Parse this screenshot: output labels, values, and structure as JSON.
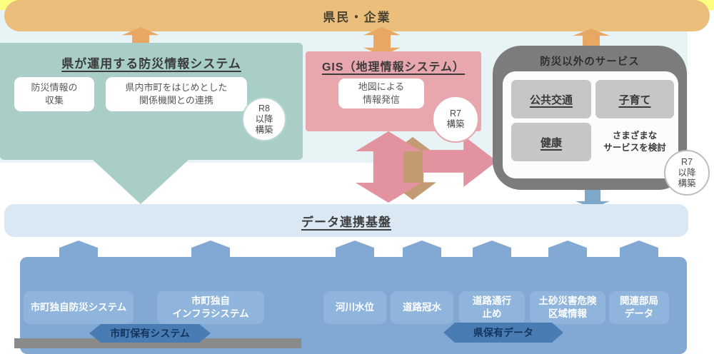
{
  "header": {
    "audience": "県民・企業"
  },
  "systems": {
    "prefecture_disaster": {
      "title": "県が運用する防災情報システム",
      "card_collect": "防災情報の\n収集",
      "card_coordination": "県内市町をはじめとした\n関係機関との連携",
      "build_badge": "R8\n以降\n構築"
    },
    "gis": {
      "title": "GIS（地理情報システム）",
      "card_map_info": "地図による\n情報発信",
      "build_badge": "R7\n構築"
    },
    "other_services": {
      "title": "防災以外のサービス",
      "card_transit": "公共交通",
      "card_childcare": "子育て",
      "card_health": "健康",
      "card_various": "さまざまな\nサービスを検討",
      "build_badge": "R7\n以降\n構築"
    }
  },
  "platform": {
    "title": "データ連携基盤"
  },
  "data_sources": {
    "municipal": {
      "group_label": "市町保有システム",
      "items": [
        "市町独自防災システム",
        "市町独自\nインフラシステム"
      ]
    },
    "prefectural": {
      "group_label": "県保有データ",
      "items": [
        "河川水位",
        "道路冠水",
        "道路通行\n止め",
        "土砂災害危険\n区域情報",
        "関連部局\nデータ"
      ]
    }
  },
  "colors": {
    "banner": "#ecbe7c",
    "highlight_band": "#feff7e",
    "prefecture_panel": "#a9cec8",
    "gis_panel": "#e8a6ad",
    "other_services_box": "#7c7c7c",
    "service_cell": "#c6c6c6",
    "platform_band": "#d9e8f3",
    "data_container": "#81a9d4",
    "data_card": "#8fb5dd",
    "group_ribbon": "#4a7cb4",
    "arrow_orange": "#e8a863",
    "arrow_pink": "#e2939f",
    "arrow_tan": "#c49a72",
    "arrow_steel": "#7ea8ca"
  }
}
